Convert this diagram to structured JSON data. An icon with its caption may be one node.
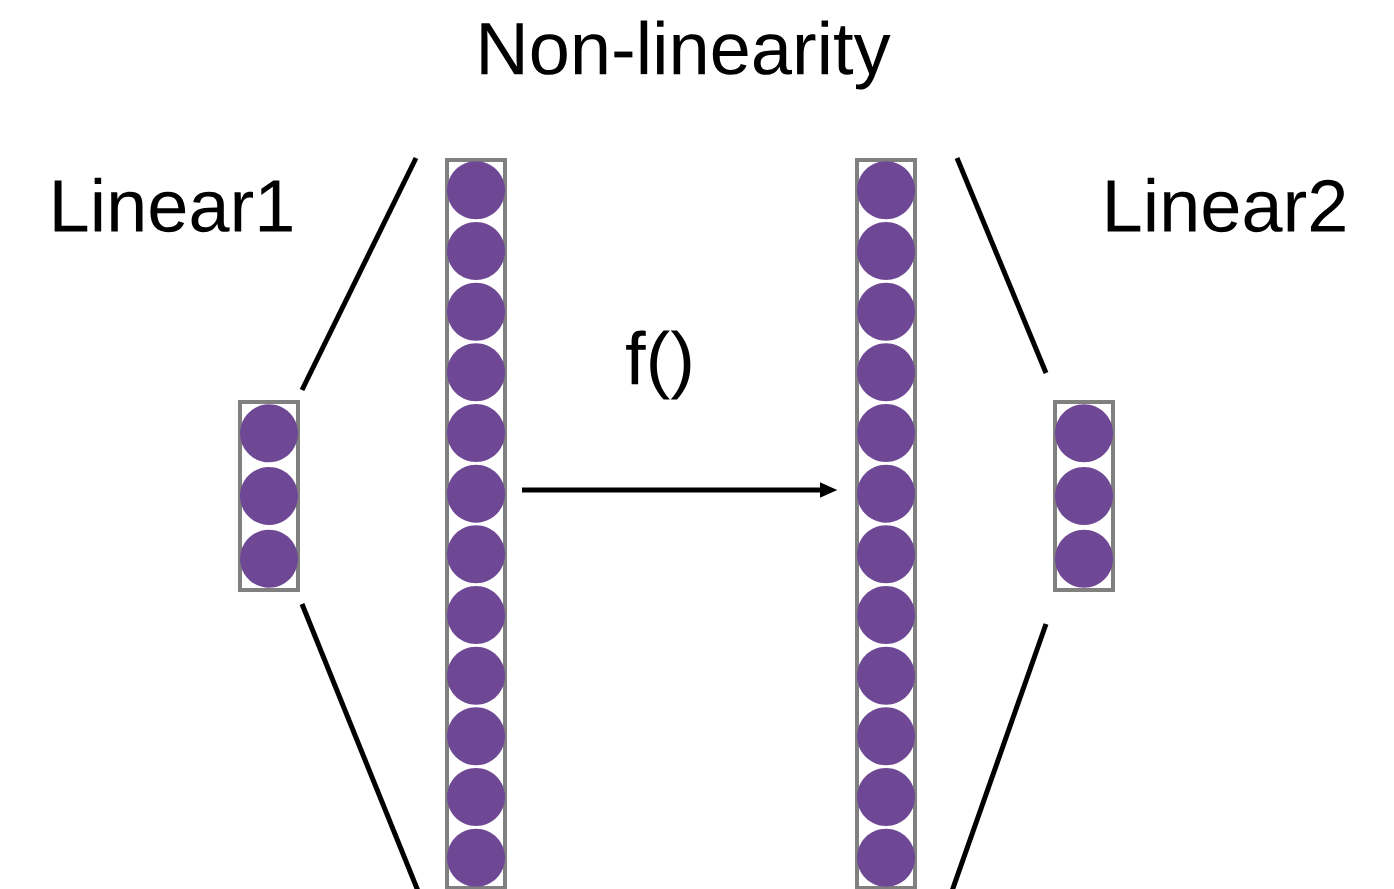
{
  "diagram": {
    "title": "Non-linearity",
    "nodes": [
      {
        "text": [],
        "shape": "box"
      },
      {
        "text": [],
        "shape": "box"
      },
      {
        "text": [],
        "shape": "box"
      },
      {
        "text": [],
        "shape": "box"
      }
    ],
    "edges": [
      {
        "from": 0,
        "to": 1,
        "arrow": "none"
      },
      {
        "from": 0,
        "to": 1,
        "arrow": "none"
      },
      {
        "from": 1,
        "to": 2,
        "arrow": "to",
        "label": "f()"
      },
      {
        "from": 2,
        "to": 3,
        "arrow": "none"
      },
      {
        "from": 2,
        "to": 3,
        "arrow": "none"
      }
    ],
    "labels": [
      "Linear1",
      "Linear2"
    ]
  }
}
